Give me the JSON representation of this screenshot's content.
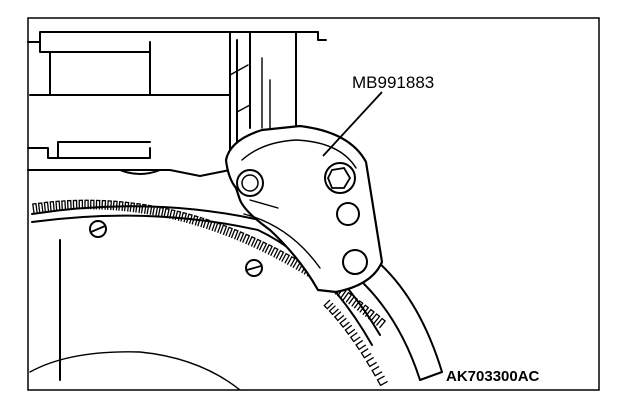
{
  "figure": {
    "tool_label": "MB991883",
    "figure_code": "AK703300AC"
  },
  "icons": [
    "flywheel-ring-gear",
    "engine-block",
    "flywheel-stopper-tool",
    "bolt",
    "leader-line"
  ]
}
